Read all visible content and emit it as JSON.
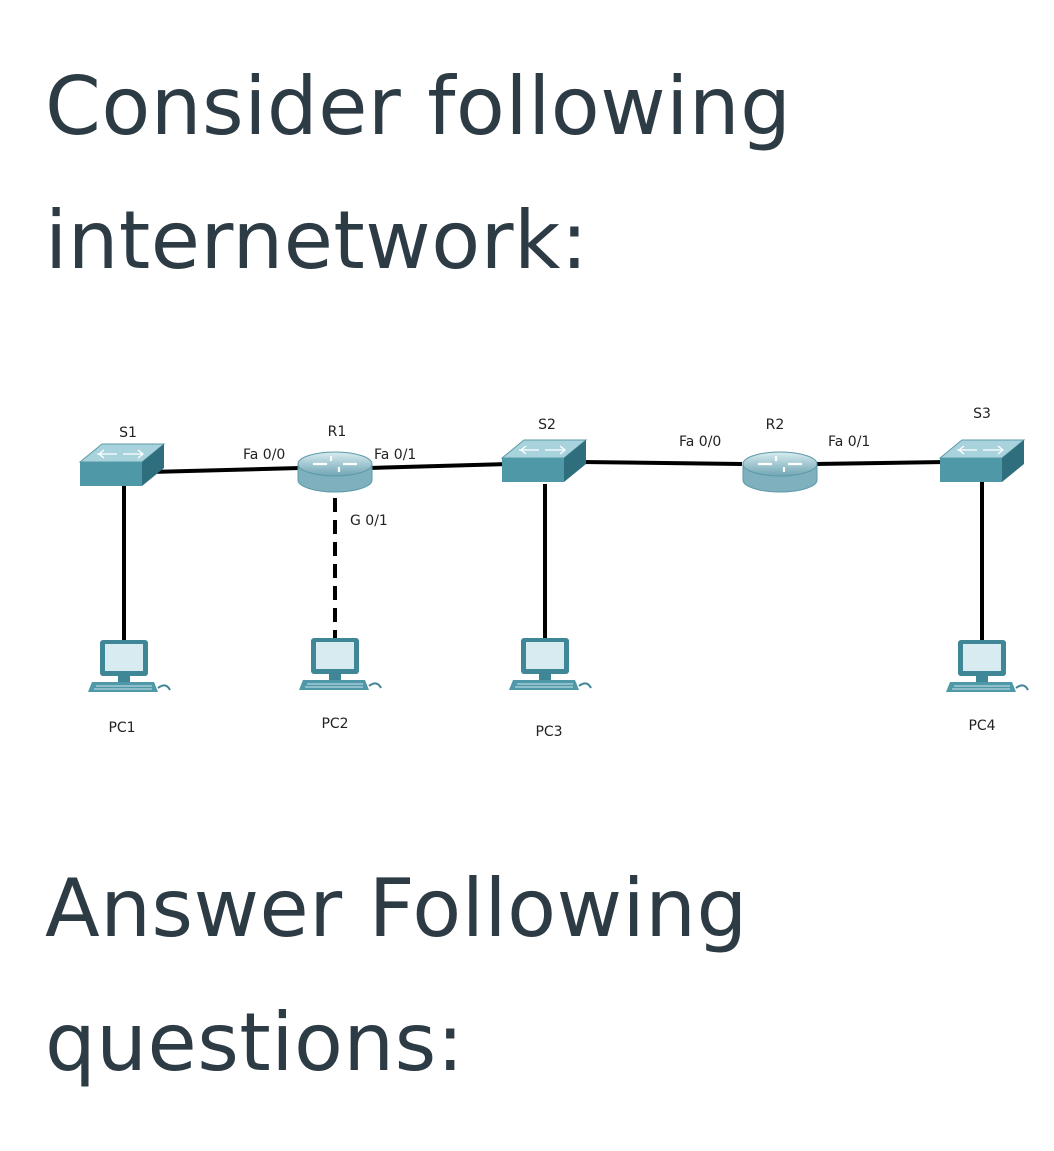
{
  "intro": {
    "line1": "Consider following",
    "line2": "internetwork:"
  },
  "outro": {
    "line1": "Answer Following",
    "line2": "questions:"
  },
  "devices": {
    "s1": "S1",
    "s2": "S2",
    "s3": "S3",
    "r1": "R1",
    "r2": "R2",
    "pc1": "PC1",
    "pc2": "PC2",
    "pc3": "PC3",
    "pc4": "PC4"
  },
  "ports": {
    "r1_fa00": "Fa 0/0",
    "r1_fa01": "Fa 0/1",
    "r1_g01": "G 0/1",
    "r2_fa00": "Fa 0/0",
    "r2_fa01": "Fa 0/1"
  },
  "colors": {
    "text": "#2d3b45",
    "device_top": "#9fcdd6",
    "device_side": "#3f8696",
    "link": "#000000"
  }
}
